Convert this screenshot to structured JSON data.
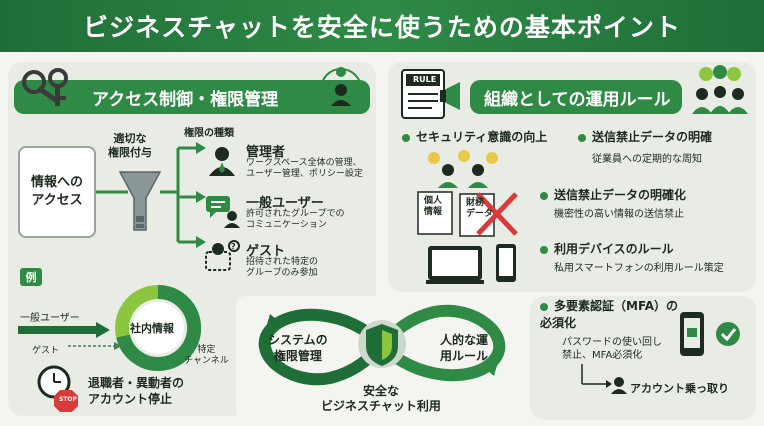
{
  "title": "ビジネスチャットを安全に使うための基本ポイント",
  "left": {
    "header": "アクセス制御・権限管理",
    "info_access": "情報への\nアクセス",
    "grant_label": "適切な\n権限付与",
    "types_label": "権限の種類",
    "roles": [
      {
        "name": "管理者",
        "desc": "ワークスペース全体の管理、\nユーザー管理、ポリシー設定",
        "icon": "admin-icon"
      },
      {
        "name": "一般ユーザー",
        "desc": "許可されたグループでの\nコミュニケーション",
        "icon": "chat-user-icon"
      },
      {
        "name": "ゲスト",
        "desc": "招待された特定の\nグループのみ参加",
        "icon": "guest-icon"
      }
    ],
    "example_tag": "例",
    "general_user": "一般ユーザー",
    "guest": "ゲスト",
    "internal_info": "社内情報",
    "specific_channel": "特定\nチャンネル",
    "stop_label": "STOP",
    "retire_text": "退職者・異動者の\nアカウント停止"
  },
  "center": {
    "left_loop": "システムの\n権限管理",
    "right_loop": "人的な運\n用ルール",
    "bottom": "安全な\nビジネスチャット利用"
  },
  "right": {
    "header": "組織としての運用ルール",
    "rule_badge": "RULE",
    "item1_title": "セキュリティ意識の向上",
    "item2_title": "送信禁止データの明確",
    "item2_sub": "従業員への定期的な周知",
    "doc1": "個人\n情報",
    "doc2": "財務\nデータ",
    "item3_title": "送信禁止データの明確化",
    "item3_sub": "機密性の高い情報の送信禁止",
    "item4_title": "利用デバイスのルール",
    "item4_sub": "私用スマートフォンの利用ルール策定",
    "item5_title": "多要素認証（MFA）の\n必須化",
    "item5_sub": "パスワードの使い回し\n禁止、MFA必須化",
    "item5_warn": "アカウント乗っ取り"
  },
  "colors": {
    "green": "#2f8a46",
    "dark_green": "#1f6e38",
    "light_green": "#8cc63f",
    "red": "#d93a3a"
  }
}
